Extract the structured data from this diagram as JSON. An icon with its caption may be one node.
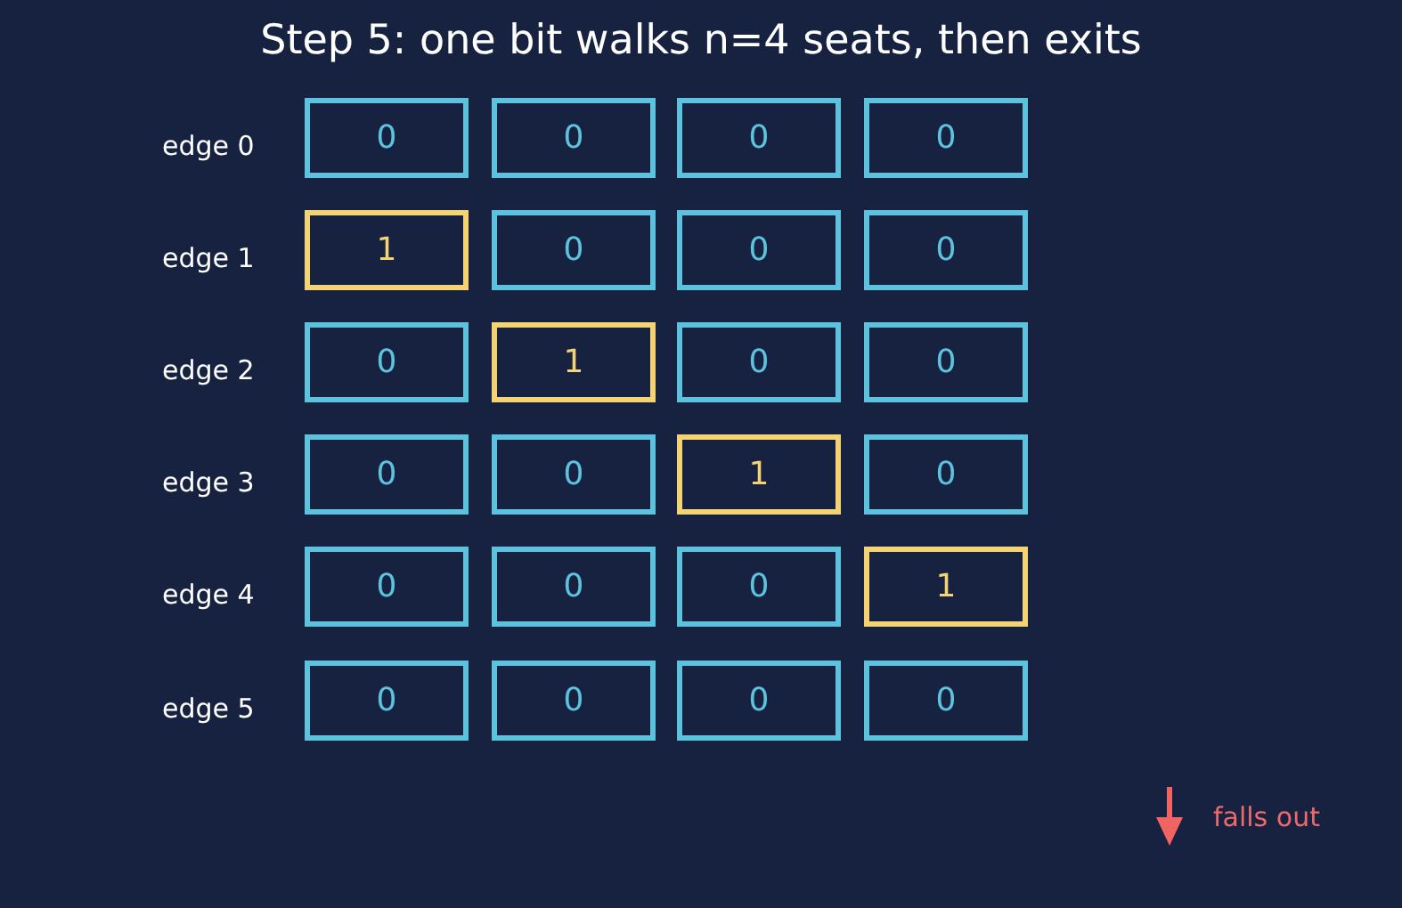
{
  "diagram": {
    "title": "Step 5: one bit walks n=4 seats, then exits",
    "nodes": [
      {
        "text": [
          "0"
        ]
      },
      {
        "text": [
          "0"
        ]
      },
      {
        "text": [
          "0"
        ]
      },
      {
        "text": [
          "0"
        ]
      },
      {
        "text": [
          "1"
        ]
      },
      {
        "text": [
          "0"
        ]
      },
      {
        "text": [
          "0"
        ]
      },
      {
        "text": [
          "0"
        ]
      },
      {
        "text": [
          "0"
        ]
      },
      {
        "text": [
          "1"
        ]
      },
      {
        "text": [
          "0"
        ]
      },
      {
        "text": [
          "0"
        ]
      },
      {
        "text": [
          "0"
        ]
      },
      {
        "text": [
          "0"
        ]
      },
      {
        "text": [
          "1"
        ]
      },
      {
        "text": [
          "0"
        ]
      },
      {
        "text": [
          "0"
        ]
      },
      {
        "text": [
          "0"
        ]
      },
      {
        "text": [
          "0"
        ]
      },
      {
        "text": [
          "1"
        ]
      },
      {
        "text": [
          "0"
        ]
      },
      {
        "text": [
          "0"
        ]
      },
      {
        "text": [
          "0"
        ]
      },
      {
        "text": [
          "0"
        ]
      }
    ],
    "labels": [
      "edge 0",
      "edge 1",
      "edge 2",
      "edge 3",
      "edge 4",
      "edge 5"
    ],
    "legend": [
      {
        "text": "falls out"
      }
    ]
  }
}
